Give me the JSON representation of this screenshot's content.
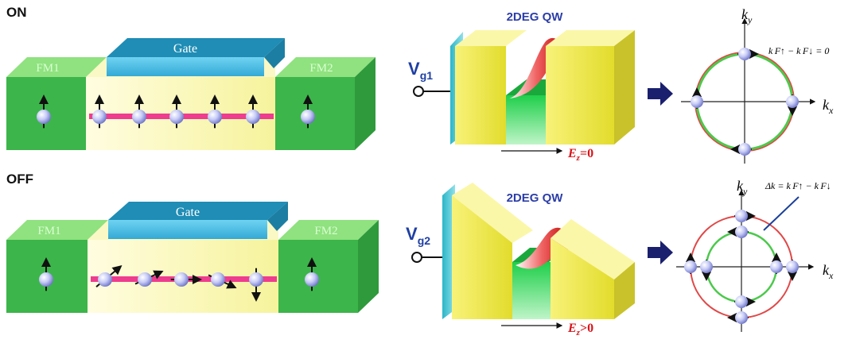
{
  "top": {
    "state_label": "ON",
    "gate_label": "Gate",
    "fm1_label": "FM1",
    "fm2_label": "FM2",
    "qw_label": "2DEG QW",
    "vg_main": "V",
    "vg_sub": "g1",
    "ez_main": "E",
    "ez_sub": "z",
    "ez_rel": "=0",
    "ky_main": "k",
    "ky_sub": "y",
    "kx_main": "k",
    "kx_sub": "x",
    "formula": "k F↑ − k F↓ = 0"
  },
  "bottom": {
    "state_label": "OFF",
    "gate_label": "Gate",
    "fm1_label": "FM1",
    "fm2_label": "FM2",
    "qw_label": "2DEG QW",
    "vg_main": "V",
    "vg_sub": "g2",
    "ez_main": "E",
    "ez_sub": "z",
    "ez_rel": ">0",
    "ky_main": "k",
    "ky_sub": "y",
    "kx_main": "k",
    "kx_sub": "x",
    "formula": "Δk = k F↑ − k F↓"
  },
  "colors": {
    "fm_green": "#3cb54a",
    "fm_green_light": "#8fe27f",
    "channel_yellow": "#fdfcb0",
    "gate_blue": "#3ab0d8",
    "gate_top": "#1f8db5",
    "channel_pink": "#ee3c8f",
    "spin_ball": "#b8bff0",
    "qw_yellow": "#f4ef3a",
    "qw_green": "#2ed45a",
    "qw_red": "#e01818",
    "arrow_navy": "#1a1f6e",
    "circle_green": "#4cc94c",
    "circle_red": "#e04848",
    "vg_blue": "#1f3fa3",
    "ez_red": "#d8141a"
  }
}
